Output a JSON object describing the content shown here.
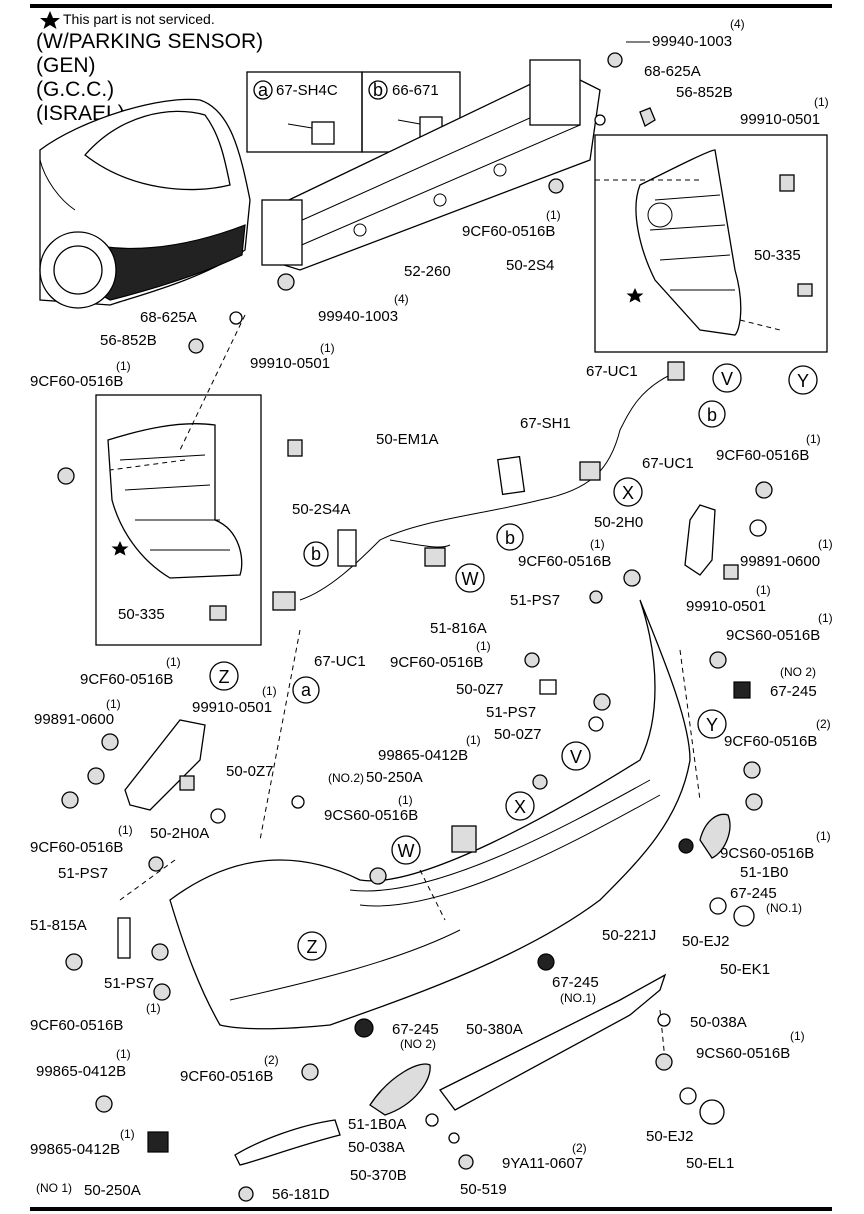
{
  "header": {
    "note": "This part is not serviced.",
    "lines": [
      "(W/PARKING SENSOR)",
      "(GEN)",
      "(G.C.C.)",
      "(ISRAEL)"
    ]
  },
  "legend": [
    {
      "key": "a",
      "code": "67-SH4C"
    },
    {
      "key": "b",
      "code": "66-671"
    }
  ],
  "labels": [
    {
      "id": "l1",
      "text": "99940-1003",
      "qty": "(4)"
    },
    {
      "id": "l2",
      "text": "68-625A",
      "qty": ""
    },
    {
      "id": "l3",
      "text": "56-852B",
      "qty": ""
    },
    {
      "id": "l4",
      "text": "99910-0501",
      "qty": "(1)"
    },
    {
      "id": "l5",
      "text": "9CF60-0516B",
      "qty": "(1)"
    },
    {
      "id": "l6",
      "text": "52-260",
      "qty": ""
    },
    {
      "id": "l7",
      "text": "50-2S4",
      "qty": ""
    },
    {
      "id": "l8",
      "text": "50-335",
      "qty": ""
    },
    {
      "id": "l9",
      "text": "68-625A",
      "qty": ""
    },
    {
      "id": "l10",
      "text": "99940-1003",
      "qty": "(4)"
    },
    {
      "id": "l11",
      "text": "56-852B",
      "qty": ""
    },
    {
      "id": "l12",
      "text": "9CF60-0516B",
      "qty": "(1)"
    },
    {
      "id": "l13",
      "text": "99910-0501",
      "qty": "(1)"
    },
    {
      "id": "l14",
      "text": "50-EM1A",
      "qty": ""
    },
    {
      "id": "l15",
      "text": "67-UC1",
      "qty": ""
    },
    {
      "id": "l16",
      "text": "67-SH1",
      "qty": ""
    },
    {
      "id": "l17",
      "text": "67-UC1",
      "qty": ""
    },
    {
      "id": "l18",
      "text": "9CF60-0516B",
      "qty": "(1)"
    },
    {
      "id": "l19",
      "text": "50-2S4A",
      "qty": ""
    },
    {
      "id": "l20",
      "text": "50-2H0",
      "qty": ""
    },
    {
      "id": "l21",
      "text": "9CF60-0516B",
      "qty": "(1)"
    },
    {
      "id": "l22",
      "text": "99891-0600",
      "qty": "(1)"
    },
    {
      "id": "l23",
      "text": "99910-0501",
      "qty": "(1)"
    },
    {
      "id": "l24",
      "text": "51-PS7",
      "qty": ""
    },
    {
      "id": "l25",
      "text": "50-335",
      "qty": ""
    },
    {
      "id": "l26",
      "text": "51-816A",
      "qty": ""
    },
    {
      "id": "l27",
      "text": "9CS60-0516B",
      "qty": "(1)"
    },
    {
      "id": "l28",
      "text": "9CF60-0516B",
      "qty": "(1)"
    },
    {
      "id": "l29",
      "text": "67-UC1",
      "qty": ""
    },
    {
      "id": "l30",
      "text": "67-245",
      "qty": "(NO 2)"
    },
    {
      "id": "l31",
      "text": "9CF60-0516B",
      "qty": "(1)"
    },
    {
      "id": "l32",
      "text": "50-0Z7",
      "qty": ""
    },
    {
      "id": "l33",
      "text": "99891-0600",
      "qty": "(1)"
    },
    {
      "id": "l34",
      "text": "99910-0501",
      "qty": "(1)"
    },
    {
      "id": "l35",
      "text": "51-PS7",
      "qty": ""
    },
    {
      "id": "l36",
      "text": "50-0Z7",
      "qty": ""
    },
    {
      "id": "l37",
      "text": "9CF60-0516B",
      "qty": "(2)"
    },
    {
      "id": "l38",
      "text": "99865-0412B",
      "qty": "(1)"
    },
    {
      "id": "l39",
      "text": "50-0Z7",
      "qty": ""
    },
    {
      "id": "l40",
      "text": "50-250A",
      "qty": "(NO.2)"
    },
    {
      "id": "l41",
      "text": "9CS60-0516B",
      "qty": "(1)"
    },
    {
      "id": "l42",
      "text": "9CF60-0516B",
      "qty": "(1)"
    },
    {
      "id": "l43",
      "text": "50-2H0A",
      "qty": ""
    },
    {
      "id": "l44",
      "text": "9CS60-0516B",
      "qty": "(1)"
    },
    {
      "id": "l45",
      "text": "51-PS7",
      "qty": ""
    },
    {
      "id": "l46",
      "text": "51-1B0",
      "qty": ""
    },
    {
      "id": "l47",
      "text": "67-245",
      "qty": "(NO.1)"
    },
    {
      "id": "l48",
      "text": "51-815A",
      "qty": ""
    },
    {
      "id": "l49",
      "text": "50-221J",
      "qty": ""
    },
    {
      "id": "l50",
      "text": "50-EJ2",
      "qty": ""
    },
    {
      "id": "l51",
      "text": "51-PS7",
      "qty": ""
    },
    {
      "id": "l52",
      "text": "50-EK1",
      "qty": ""
    },
    {
      "id": "l53",
      "text": "67-245",
      "qty": "(NO.1)"
    },
    {
      "id": "l54",
      "text": "9CF60-0516B",
      "qty": "(1)"
    },
    {
      "id": "l55",
      "text": "50-038A",
      "qty": ""
    },
    {
      "id": "l56",
      "text": "67-245",
      "qty": "(NO 2)"
    },
    {
      "id": "l57",
      "text": "50-380A",
      "qty": ""
    },
    {
      "id": "l58",
      "text": "99865-0412B",
      "qty": "(1)"
    },
    {
      "id": "l59",
      "text": "9CS60-0516B",
      "qty": "(1)"
    },
    {
      "id": "l60",
      "text": "9CF60-0516B",
      "qty": "(2)"
    },
    {
      "id": "l61",
      "text": "51-1B0A",
      "qty": ""
    },
    {
      "id": "l62",
      "text": "50-EJ2",
      "qty": ""
    },
    {
      "id": "l63",
      "text": "99865-0412B",
      "qty": "(1)"
    },
    {
      "id": "l64",
      "text": "50-038A",
      "qty": ""
    },
    {
      "id": "l65",
      "text": "9YA11-0607",
      "qty": "(2)"
    },
    {
      "id": "l66",
      "text": "50-EL1",
      "qty": ""
    },
    {
      "id": "l67",
      "text": "50-250A",
      "qty": "(NO 1)"
    },
    {
      "id": "l68",
      "text": "50-370B",
      "qty": ""
    },
    {
      "id": "l69",
      "text": "50-519",
      "qty": ""
    },
    {
      "id": "l70",
      "text": "56-181D",
      "qty": ""
    }
  ],
  "connectors": [
    "V",
    "Y",
    "b",
    "X",
    "b",
    "b",
    "W",
    "Z",
    "a",
    "Y",
    "V",
    "X",
    "W",
    "Z"
  ]
}
